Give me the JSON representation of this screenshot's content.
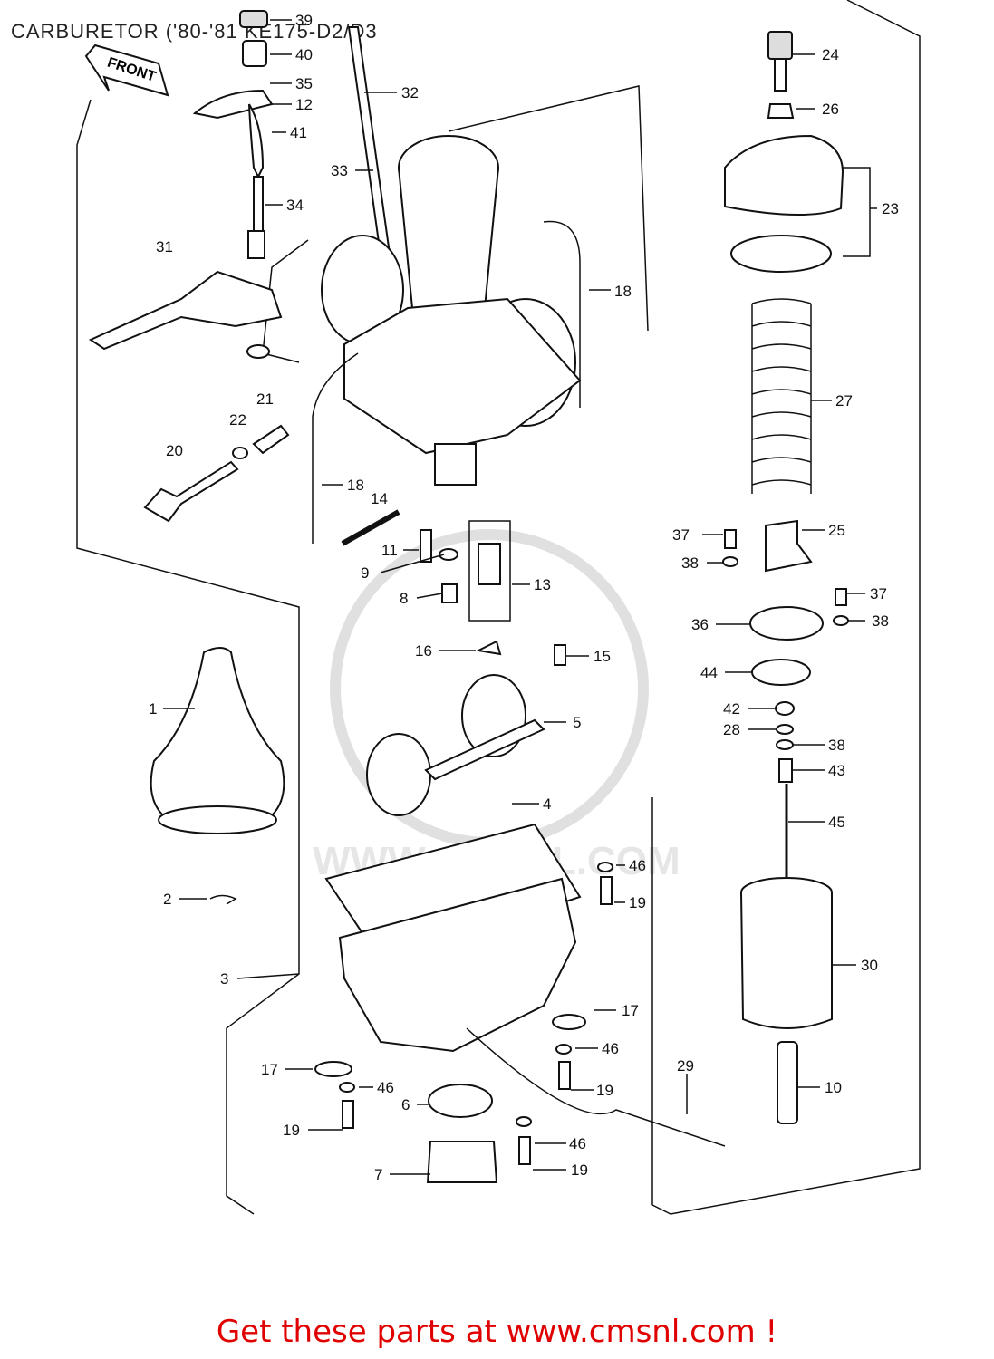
{
  "title": "CARBURETOR  ('80-'81 KE175-D2/D3",
  "front_label": "FRONT",
  "watermark": "WWW.CMSNL.COM",
  "footer": "Get these parts at www.cmsnl.com !",
  "colors": {
    "footer": "#e00000",
    "lines": "#111111"
  },
  "callouts": {
    "c39": "39",
    "c40": "40",
    "c35": "35",
    "c12": "12",
    "c41": "41",
    "c34": "34",
    "c32": "32",
    "c33": "33",
    "c31": "31",
    "c21": "21",
    "c22": "22",
    "c20": "20",
    "c18a": "18",
    "c18b": "18",
    "c14": "14",
    "c11": "11",
    "c9": "9",
    "c8": "8",
    "c13": "13",
    "c16": "16",
    "c15": "15",
    "c5": "5",
    "c4": "4",
    "c1": "1",
    "c2": "2",
    "c3": "3",
    "c46a": "46",
    "c19a": "19",
    "c17a": "17",
    "c46b": "46",
    "c19b": "19",
    "c29": "29",
    "c17b": "17",
    "c46c": "46",
    "c6": "6",
    "c19c": "19",
    "c46d": "46",
    "c7": "7",
    "c19d": "19",
    "c24": "24",
    "c26": "26",
    "c23": "23",
    "c27": "27",
    "c37a": "37",
    "c25": "25",
    "c38a": "38",
    "c37b": "37",
    "c38b": "38",
    "c36": "36",
    "c44": "44",
    "c42": "42",
    "c28": "28",
    "c38c": "38",
    "c43": "43",
    "c45": "45",
    "c30": "30",
    "c10": "10"
  }
}
